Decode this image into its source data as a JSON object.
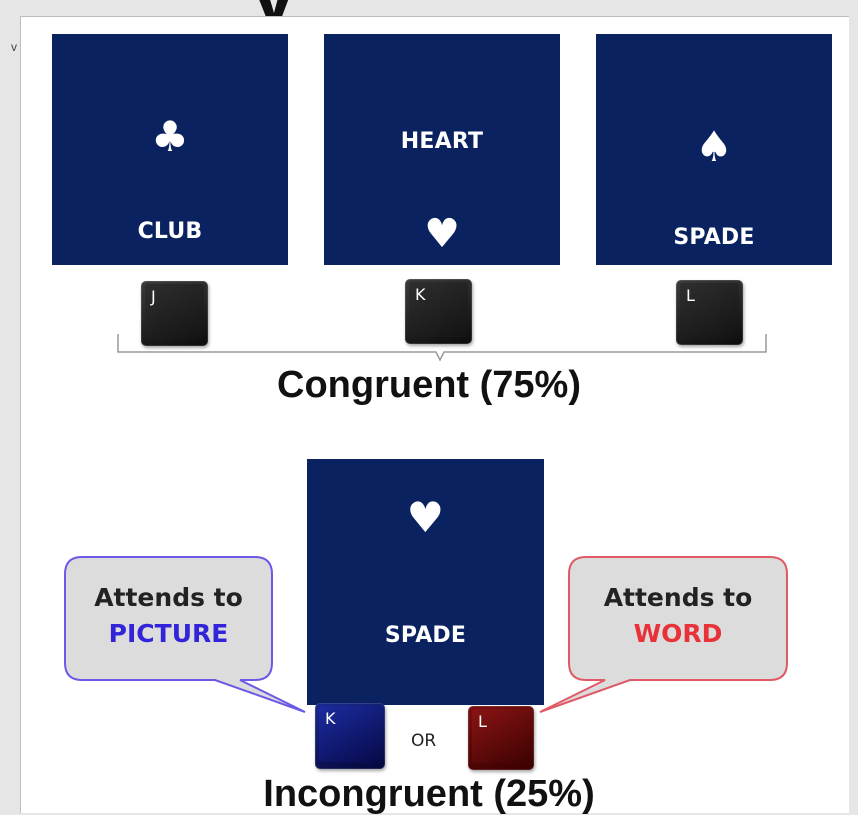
{
  "title_fragment": "y",
  "side_mark": "v",
  "congruent": {
    "cards": [
      {
        "word": "CLUB",
        "suit_icon": "club-icon",
        "key": "J"
      },
      {
        "word": "HEART",
        "suit_icon": "heart-icon",
        "key": "K"
      },
      {
        "word": "SPADE",
        "suit_icon": "spade-icon",
        "key": "L"
      }
    ],
    "label": "Congruent (75%)"
  },
  "incongruent": {
    "card": {
      "word": "SPADE",
      "suit_icon": "heart-icon"
    },
    "picture_bubble": {
      "line1": "Attends to",
      "line2": "PICTURE"
    },
    "word_bubble": {
      "line1": "Attends to",
      "line2": "WORD"
    },
    "picture_key": "K",
    "or_text": "OR",
    "word_key": "L",
    "label": "Incongruent (25%)"
  },
  "colors": {
    "card_bg": "#0a2360",
    "picture_accent": "#3224d8",
    "word_accent": "#e8323a",
    "picture_bubble_border": "#6a5ae6",
    "word_bubble_border": "#e05a66",
    "bubble_fill": "#dcdcdc"
  }
}
